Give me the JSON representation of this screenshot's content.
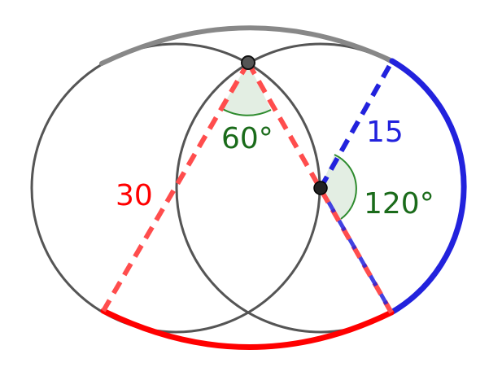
{
  "labels": {
    "left_length": "30",
    "right_length": "15",
    "top_angle": "60°",
    "right_angle": "120°"
  },
  "colors": {
    "circle_stroke": "#555555",
    "top_arc": "#888888",
    "red": "#ff0000",
    "blue": "#2222dd",
    "angle_fill": "#e3eee3",
    "angle_stroke": "#2e8b2e",
    "green_text": "#1a6b1a",
    "point": "#222222",
    "top_point": "#555555"
  }
}
